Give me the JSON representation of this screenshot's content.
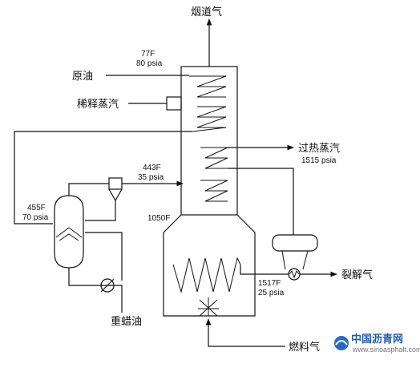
{
  "labels": {
    "flue_gas": "烟道气",
    "crude_oil": "原油",
    "dilution_steam": "稀释蒸汽",
    "superheated_steam": "过热蒸汽",
    "cracked_gas": "裂解气",
    "heavy_wax_oil": "重蜡油",
    "fuel_gas": "燃料气"
  },
  "conditions": {
    "crude_temp": "77F",
    "crude_press": "80 psia",
    "mid_temp": "443F",
    "mid_press": "35 psia",
    "drum_temp": "455F",
    "drum_press": "70 psia",
    "bridgewall_temp": "1050F",
    "outlet_temp": "1517F",
    "outlet_press": "25 psia",
    "steam_press": "1515 psia"
  },
  "watermark": {
    "name": "中国沥青网",
    "url": "www.sinoasphalt.com"
  }
}
